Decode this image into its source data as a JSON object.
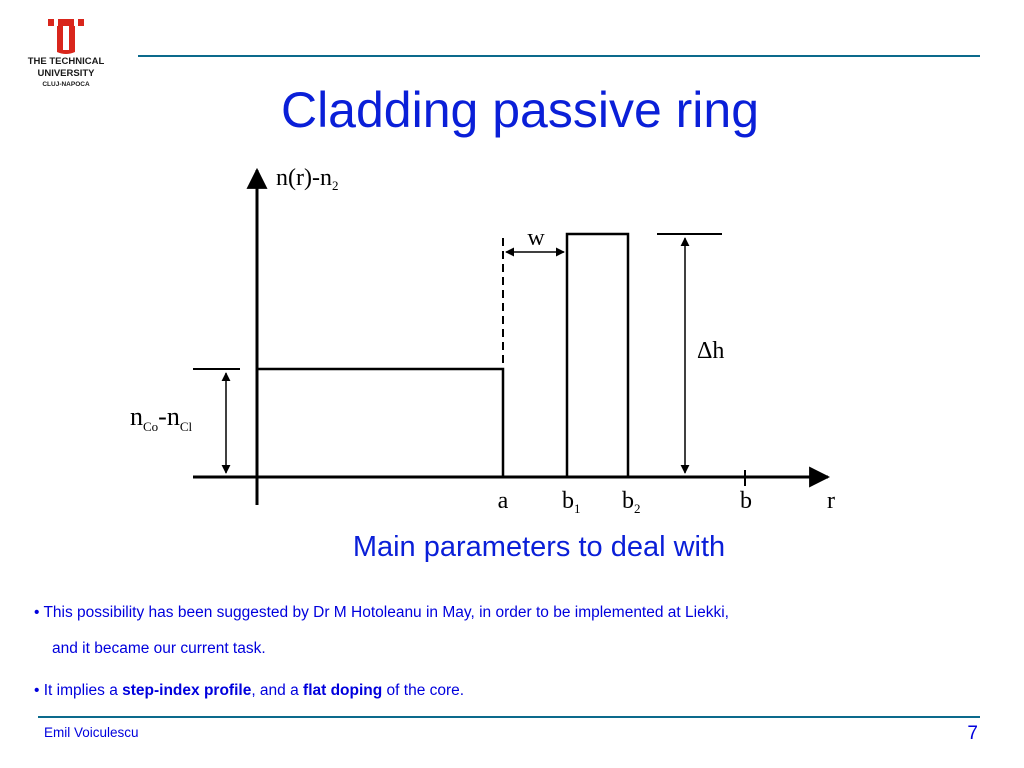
{
  "header": {
    "logo": {
      "line1": "THE TECHNICAL",
      "line2": "UNIVERSITY",
      "line3": "CLUJ-NAPOCA",
      "color": "#d9261c"
    },
    "title": "Cladding passive ring"
  },
  "diagram": {
    "y_axis_label": {
      "base": "n(r)-n",
      "sub": "2"
    },
    "core_label": {
      "n1": "n",
      "s1": "Co",
      "dash": "-n",
      "s2": "Cl"
    },
    "width_label": "w",
    "height_label": "Δh",
    "x_ticks": [
      {
        "base": "a",
        "sub": ""
      },
      {
        "base": "b",
        "sub": "1"
      },
      {
        "base": "b",
        "sub": "2"
      },
      {
        "base": "b",
        "sub": ""
      }
    ],
    "x_axis_label": "r"
  },
  "subtitle": "Main parameters to deal with",
  "bullets": {
    "b1_line1": "• This possibility has been suggested by Dr M Hotoleanu in May, in order to be implemented at Liekki,",
    "b1_line2": "and it became our current task.",
    "b2_pre": "• It implies a ",
    "b2_bold1": "step-index profile",
    "b2_mid": ", and a ",
    "b2_bold2": "flat doping",
    "b2_post": " of the core."
  },
  "footer": {
    "author": "Emil Voiculescu",
    "page": "7"
  },
  "colors": {
    "title": "#0a1fd8",
    "text": "#0000dd",
    "rule": "#0c6a8c"
  }
}
